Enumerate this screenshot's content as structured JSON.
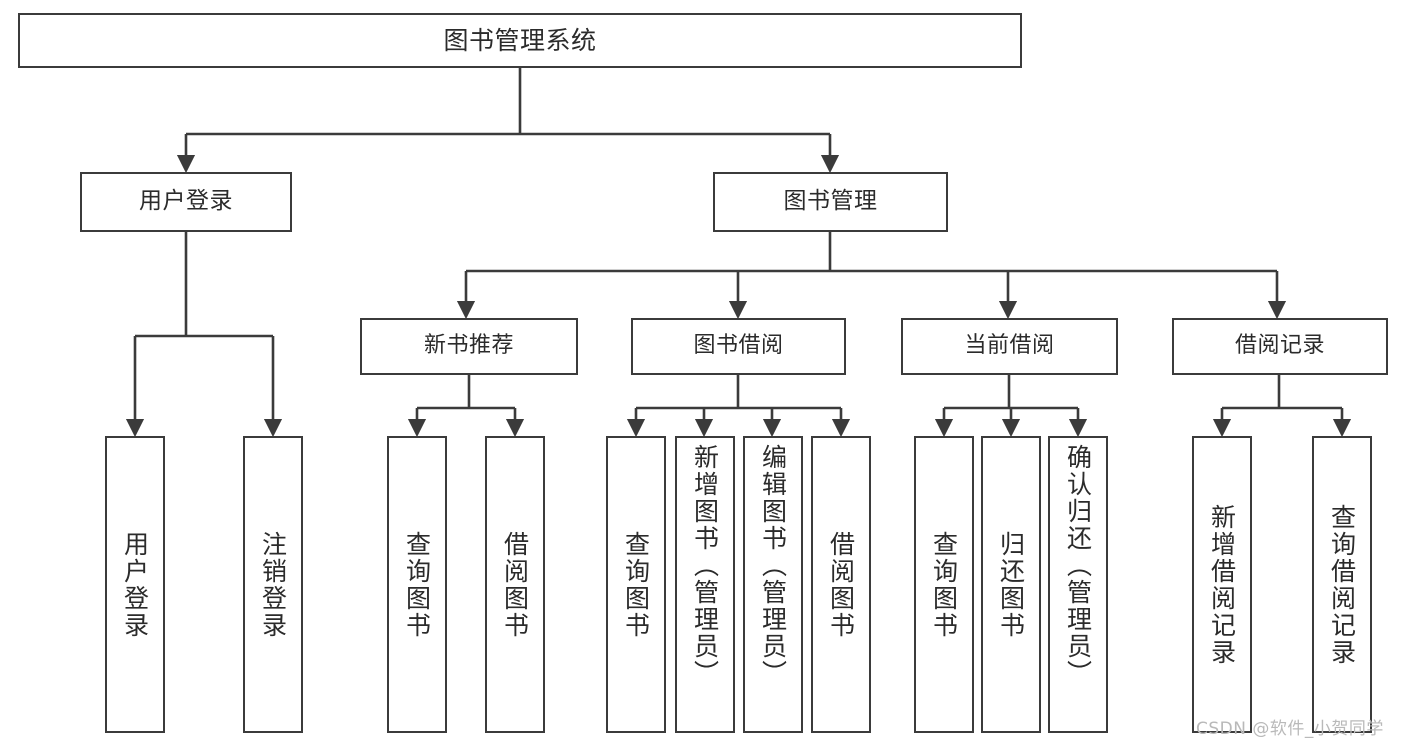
{
  "diagram": {
    "title_box": {
      "label": "图书管理系统"
    },
    "level2": [
      {
        "id": "user-login",
        "label": "用户登录"
      },
      {
        "id": "book-management",
        "label": "图书管理"
      }
    ],
    "level3": [
      {
        "id": "new-book-recommend",
        "label": "新书推荐"
      },
      {
        "id": "book-borrow",
        "label": "图书借阅"
      },
      {
        "id": "current-borrow",
        "label": "当前借阅"
      },
      {
        "id": "borrow-record",
        "label": "借阅记录"
      }
    ],
    "leaves": {
      "user_login": [
        {
          "id": "leaf-user-login",
          "label": "用户登录"
        },
        {
          "id": "leaf-logout-login",
          "label": "注销登录"
        }
      ],
      "new_book_recommend": [
        {
          "id": "leaf-query-book-1",
          "label": "查询图书"
        },
        {
          "id": "leaf-borrow-book-1",
          "label": "借阅图书"
        }
      ],
      "book_borrow": [
        {
          "id": "leaf-query-book-2",
          "label": "查询图书"
        },
        {
          "id": "leaf-add-book-admin",
          "label": "新增图书（管理员）"
        },
        {
          "id": "leaf-edit-book-admin",
          "label": "编辑图书（管理员）"
        },
        {
          "id": "leaf-borrow-book-2",
          "label": "借阅图书"
        }
      ],
      "current_borrow": [
        {
          "id": "leaf-query-book-3",
          "label": "查询图书"
        },
        {
          "id": "leaf-return-book",
          "label": "归还图书"
        },
        {
          "id": "leaf-confirm-return-admin",
          "label": "确认归还（管理员）"
        }
      ],
      "borrow_record": [
        {
          "id": "leaf-add-borrow-record",
          "label": "新增借阅记录"
        },
        {
          "id": "leaf-query-borrow-record",
          "label": "查询借阅记录"
        }
      ]
    },
    "watermark": "CSDN @软件_小贺同学",
    "colors": {
      "line": "#3b3b3b",
      "box_border": "#3b3b3b",
      "box_fill": "#ffffff",
      "text": "#2b2b2b",
      "watermark": "#b9b9b9",
      "background": "#ffffff"
    }
  }
}
